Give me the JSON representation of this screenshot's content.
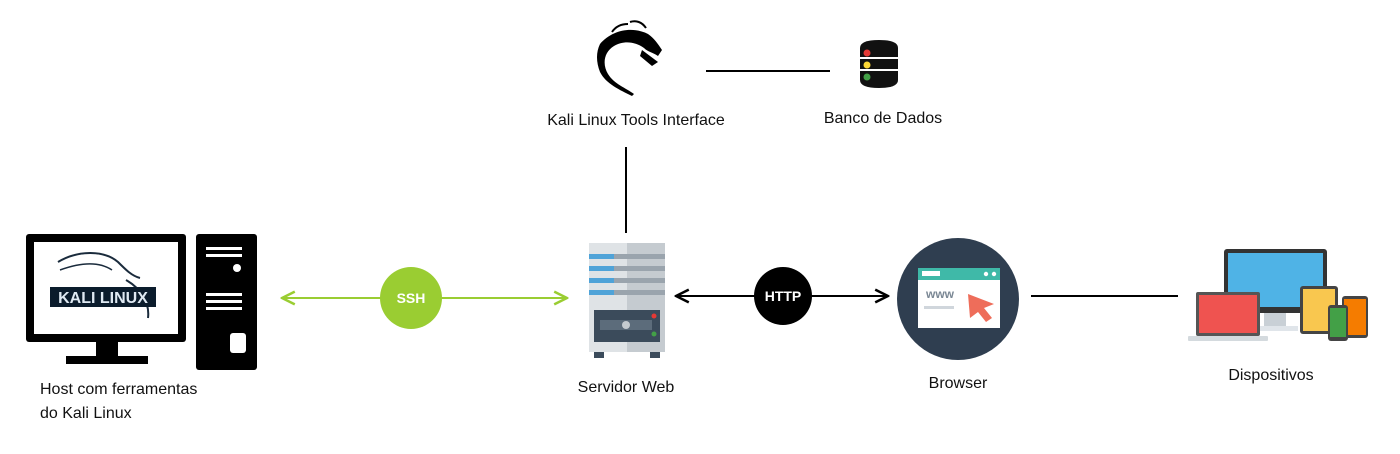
{
  "nodes": {
    "kali_tools": {
      "label": "Kali Linux Tools Interface",
      "icon": "kali-dragon-icon"
    },
    "database": {
      "label": "Banco de Dados",
      "icon": "database-icon"
    },
    "host": {
      "label_line1": "Host com ferramentas",
      "label_line2": "do Kali Linux",
      "screen_text": "KALI LINUX",
      "icon": "desktop-computer-icon"
    },
    "web_server": {
      "label": "Servidor Web",
      "icon": "server-rack-icon"
    },
    "browser": {
      "label": "Browser",
      "window_text": "www",
      "icon": "browser-window-icon"
    },
    "devices": {
      "label": "Dispositivos",
      "icon": "multi-device-icon"
    }
  },
  "connections": {
    "ssh": {
      "label": "SSH",
      "color": "#9acd32"
    },
    "http": {
      "label": "HTTP",
      "color": "#000000"
    }
  },
  "colors": {
    "browser_circle": "#2f3e50",
    "browser_bar": "#3fb9a8",
    "cursor": "#ee6d5a",
    "server_blue": "#4fa3d8",
    "db_red": "#e53935",
    "db_yellow": "#fdd835",
    "db_green": "#43a047",
    "laptop_red": "#ef5350",
    "monitor_blue": "#4fb3e6",
    "tablet_yellow": "#f9c74f",
    "phone_orange": "#f57c00"
  }
}
